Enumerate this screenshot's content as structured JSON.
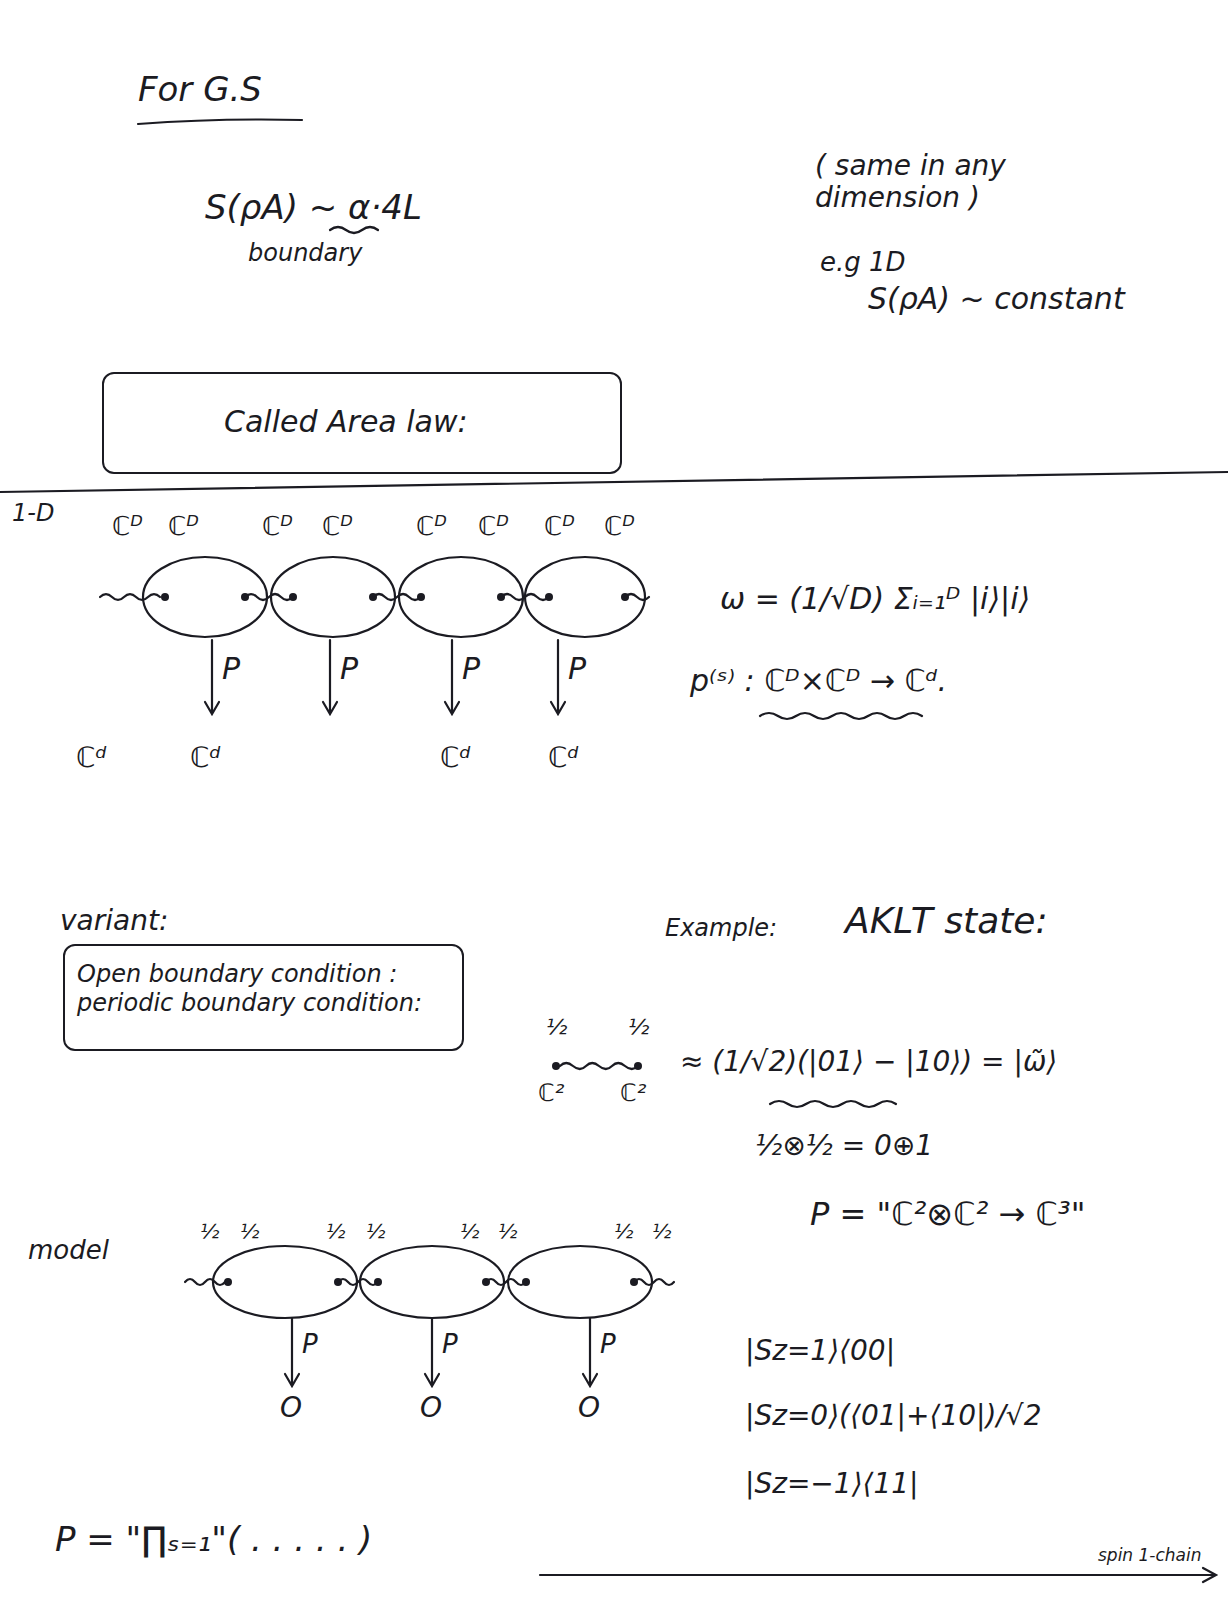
{
  "diagram": {
    "title": "For G.S",
    "nodes": [
      {
        "text": [
          "Called Area law:"
        ]
      },
      {
        "text": [
          "Open boundary condition :",
          "periodic boundary condition:"
        ]
      }
    ],
    "labels": [
      "S(ρA) ~ α·4L",
      "boundary",
      "( same in any dimension )",
      "e.g 1D",
      "S(ρA) ~ constant",
      "1-D",
      "ℂᴰ",
      "ℂᴰ",
      "ℂᴰ",
      "ℂᴰ",
      "ℂᴰ",
      "ℂᴰ",
      "ℂᴰ",
      "ℂᴰ",
      "P",
      "P",
      "P",
      "P",
      "ℂᵈ",
      "ℂᵈ",
      "ℂᵈ",
      "ℂᵈ",
      "ω = (1/√D) Σᵢ₌₁ᴰ |i⟩|i⟩",
      "p⁽ˢ⁾ : ℂᴰ×ℂᴰ → ℂᵈ.",
      "variant:",
      "Example:",
      "AKLT state:",
      "½",
      "½",
      "ℂ²",
      "ℂ²",
      "≈ (1/√2)(|01⟩ − |10⟩) = |ω̃⟩",
      "½⊗½ = 0⊕1",
      "model",
      "½",
      "½",
      "½",
      "½",
      "½",
      "½",
      "½",
      "½",
      "P",
      "P",
      "P",
      "O",
      "O",
      "O",
      "P = \"ℂ²⊗ℂ² → ℂ³\"",
      "|Sz=1⟩⟨00|",
      "|Sz=0⟩(⟨01|+⟨10|)/√2",
      "|Sz=−1⟩⟨11|",
      "P = \"∏ₛ₌₁\"( . . . . . )",
      "spin 1-chain"
    ]
  }
}
